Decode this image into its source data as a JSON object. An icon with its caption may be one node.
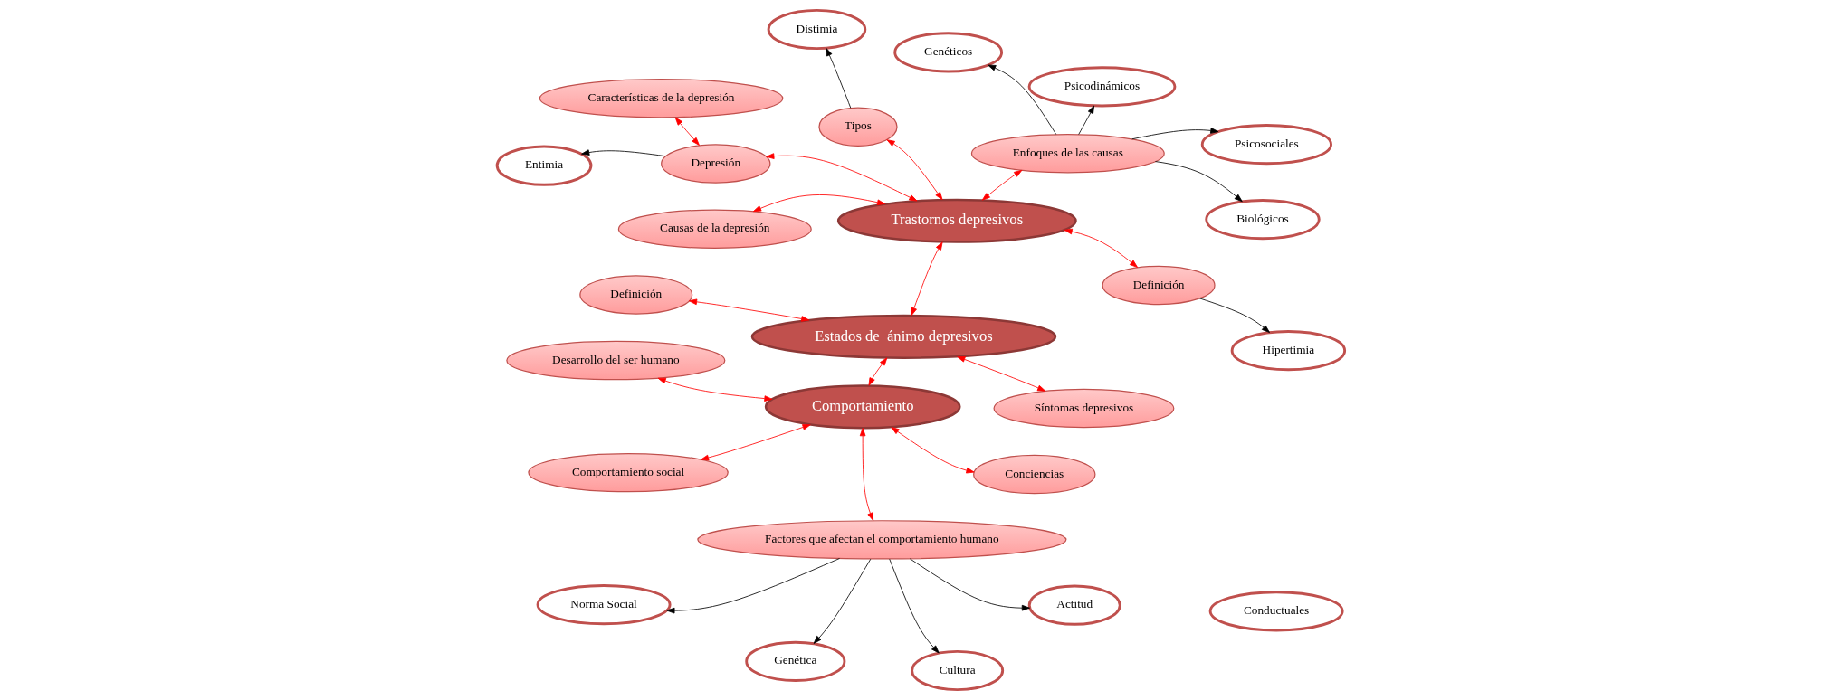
{
  "diagram": {
    "nodes": [
      {
        "text": [
          "Comportamiento"
        ]
      },
      {
        "text": [
          "Estados de  ánimo depresivos"
        ]
      },
      {
        "text": [
          "Trastornos depresivos"
        ]
      },
      {
        "text": [
          "Desarrollo del ser humano"
        ]
      },
      {
        "text": [
          "Conciencias"
        ]
      },
      {
        "text": [
          "Comportamiento social"
        ]
      },
      {
        "text": [
          "Factores que afectan el comportamiento humano"
        ]
      },
      {
        "text": [
          "Actitud"
        ]
      },
      {
        "text": [
          "Norma Social"
        ]
      },
      {
        "text": [
          "Cultura"
        ]
      },
      {
        "text": [
          "Genética"
        ]
      },
      {
        "text": [
          "Definición"
        ]
      },
      {
        "text": [
          "Síntomas depresivos"
        ]
      },
      {
        "text": [
          "Tipos"
        ]
      },
      {
        "text": [
          "Distimia"
        ]
      },
      {
        "text": [
          "Definición"
        ]
      },
      {
        "text": [
          "Hipertimia"
        ]
      },
      {
        "text": [
          "Depresión"
        ]
      },
      {
        "text": [
          "Entimia"
        ]
      },
      {
        "text": [
          "Características de la depresión"
        ]
      },
      {
        "text": [
          "Causas de la depresión"
        ]
      },
      {
        "text": [
          "Enfoques de las causas"
        ]
      },
      {
        "text": [
          "Psicodinámicos"
        ]
      },
      {
        "text": [
          "Psicosociales"
        ]
      },
      {
        "text": [
          "Conductuales"
        ]
      },
      {
        "text": [
          "Genéticos"
        ]
      },
      {
        "text": [
          "Biológicos"
        ]
      }
    ],
    "edges": [
      {
        "from": 0,
        "to": 3,
        "arrow": "both"
      },
      {
        "from": 0,
        "to": 4,
        "arrow": "both"
      },
      {
        "from": 0,
        "to": 5,
        "arrow": "both"
      },
      {
        "from": 0,
        "to": 6,
        "arrow": "both"
      },
      {
        "from": 0,
        "to": 1,
        "arrow": "both"
      },
      {
        "from": 1,
        "to": 11,
        "arrow": "both"
      },
      {
        "from": 1,
        "to": 12,
        "arrow": "both"
      },
      {
        "from": 1,
        "to": 2,
        "arrow": "both"
      },
      {
        "from": 13,
        "to": 2,
        "arrow": "both"
      },
      {
        "from": 15,
        "to": 2,
        "arrow": "both"
      },
      {
        "from": 17,
        "to": 2,
        "arrow": "both"
      },
      {
        "from": 17,
        "to": 19,
        "arrow": "both"
      },
      {
        "from": 2,
        "to": 20,
        "arrow": "both"
      },
      {
        "from": 2,
        "to": 21,
        "arrow": "both"
      },
      {
        "from": 13,
        "to": 14,
        "arrow": "to",
        "color": "#000000"
      },
      {
        "from": 15,
        "to": 16,
        "arrow": "to",
        "color": "#000000"
      },
      {
        "from": 17,
        "to": 18,
        "arrow": "to",
        "color": "#000000"
      },
      {
        "from": 6,
        "to": 7,
        "arrow": "to",
        "color": "#000000"
      },
      {
        "from": 6,
        "to": 8,
        "arrow": "to",
        "color": "#000000"
      },
      {
        "from": 6,
        "to": 9,
        "arrow": "to",
        "color": "#000000"
      },
      {
        "from": 6,
        "to": 10,
        "arrow": "to",
        "color": "#000000"
      },
      {
        "from": 21,
        "to": 22,
        "arrow": "to",
        "color": "#000000"
      },
      {
        "from": 21,
        "to": 23,
        "arrow": "to",
        "color": "#000000"
      },
      {
        "from": 21,
        "to": 25,
        "arrow": "to",
        "color": "#000000"
      },
      {
        "from": 21,
        "to": 26,
        "arrow": "to",
        "color": "#000000"
      }
    ]
  }
}
